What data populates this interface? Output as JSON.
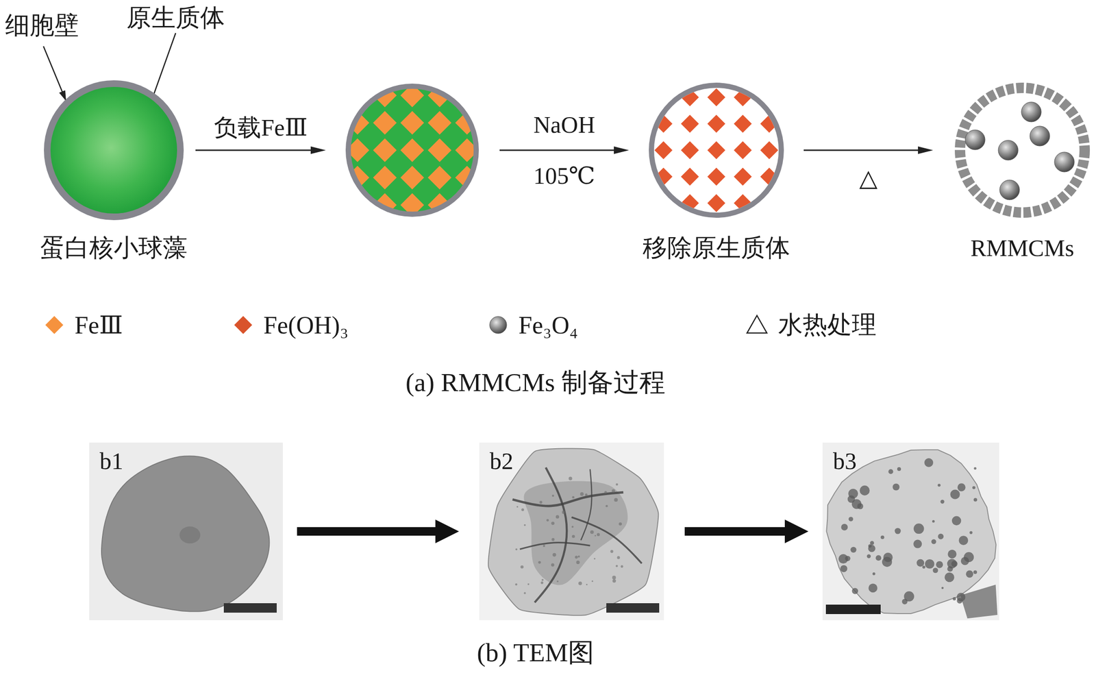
{
  "diagram": {
    "nodes": [
      {
        "text": [
          "蛋白核小球藻"
        ]
      },
      {
        "text": []
      },
      {
        "text": [
          "移除原生质体"
        ]
      },
      {
        "text": [
          "RMMCMs"
        ]
      },
      {
        "text": [
          "b1"
        ]
      },
      {
        "text": [
          "b2"
        ]
      },
      {
        "text": [
          "b3"
        ]
      }
    ],
    "edges": [
      {
        "from": 0,
        "to": 1,
        "label": "负载FeⅢ",
        "arrow": "to"
      },
      {
        "from": 1,
        "to": 2,
        "label": "NaOH 105℃",
        "arrow": "to"
      },
      {
        "from": 2,
        "to": 3,
        "label": "△",
        "arrow": "to"
      },
      {
        "from": 4,
        "to": 5,
        "arrow": "to"
      },
      {
        "from": 5,
        "to": 6,
        "arrow": "to"
      }
    ],
    "labels": [
      "细胞壁",
      "原生质体",
      "(a) RMMCMs 制备过程",
      "(b) TEM图"
    ],
    "legend": [
      {
        "text": "FeⅢ",
        "color": "#f5923e"
      },
      {
        "text": "Fe(OH)₃",
        "color": "#d9532b"
      },
      {
        "text": "Fe₃O₄"
      },
      {
        "text": "水热处理"
      }
    ]
  }
}
